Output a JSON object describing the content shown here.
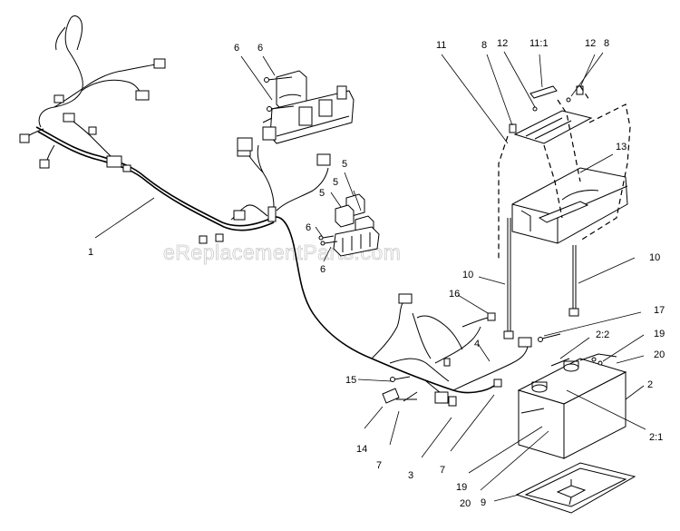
{
  "watermark": "eReplacementParts.com",
  "callouts": [
    {
      "id": "c1",
      "text": "1"
    },
    {
      "id": "c6a",
      "text": "6"
    },
    {
      "id": "c6b",
      "text": "6"
    },
    {
      "id": "c5a",
      "text": "5"
    },
    {
      "id": "c5b",
      "text": "5"
    },
    {
      "id": "c5c",
      "text": "5"
    },
    {
      "id": "c6c",
      "text": "6"
    },
    {
      "id": "c6d",
      "text": "6"
    },
    {
      "id": "c11",
      "text": "11"
    },
    {
      "id": "c8a",
      "text": "8"
    },
    {
      "id": "c12a",
      "text": "12"
    },
    {
      "id": "c11_1",
      "text": "11:1"
    },
    {
      "id": "c12b",
      "text": "12"
    },
    {
      "id": "c8b",
      "text": "8"
    },
    {
      "id": "c13",
      "text": "13"
    },
    {
      "id": "c10a",
      "text": "10"
    },
    {
      "id": "c10b",
      "text": "10"
    },
    {
      "id": "c16",
      "text": "16"
    },
    {
      "id": "c17",
      "text": "17"
    },
    {
      "id": "c2_2",
      "text": "2:2"
    },
    {
      "id": "c19a",
      "text": "19"
    },
    {
      "id": "c4",
      "text": "4"
    },
    {
      "id": "c20a",
      "text": "20"
    },
    {
      "id": "c2",
      "text": "2"
    },
    {
      "id": "c15",
      "text": "15"
    },
    {
      "id": "c2_1",
      "text": "2:1"
    },
    {
      "id": "c14",
      "text": "14"
    },
    {
      "id": "c7a",
      "text": "7"
    },
    {
      "id": "c3",
      "text": "3"
    },
    {
      "id": "c7b",
      "text": "7"
    },
    {
      "id": "c19b",
      "text": "19"
    },
    {
      "id": "c20b",
      "text": "20"
    },
    {
      "id": "c9",
      "text": "9"
    }
  ]
}
